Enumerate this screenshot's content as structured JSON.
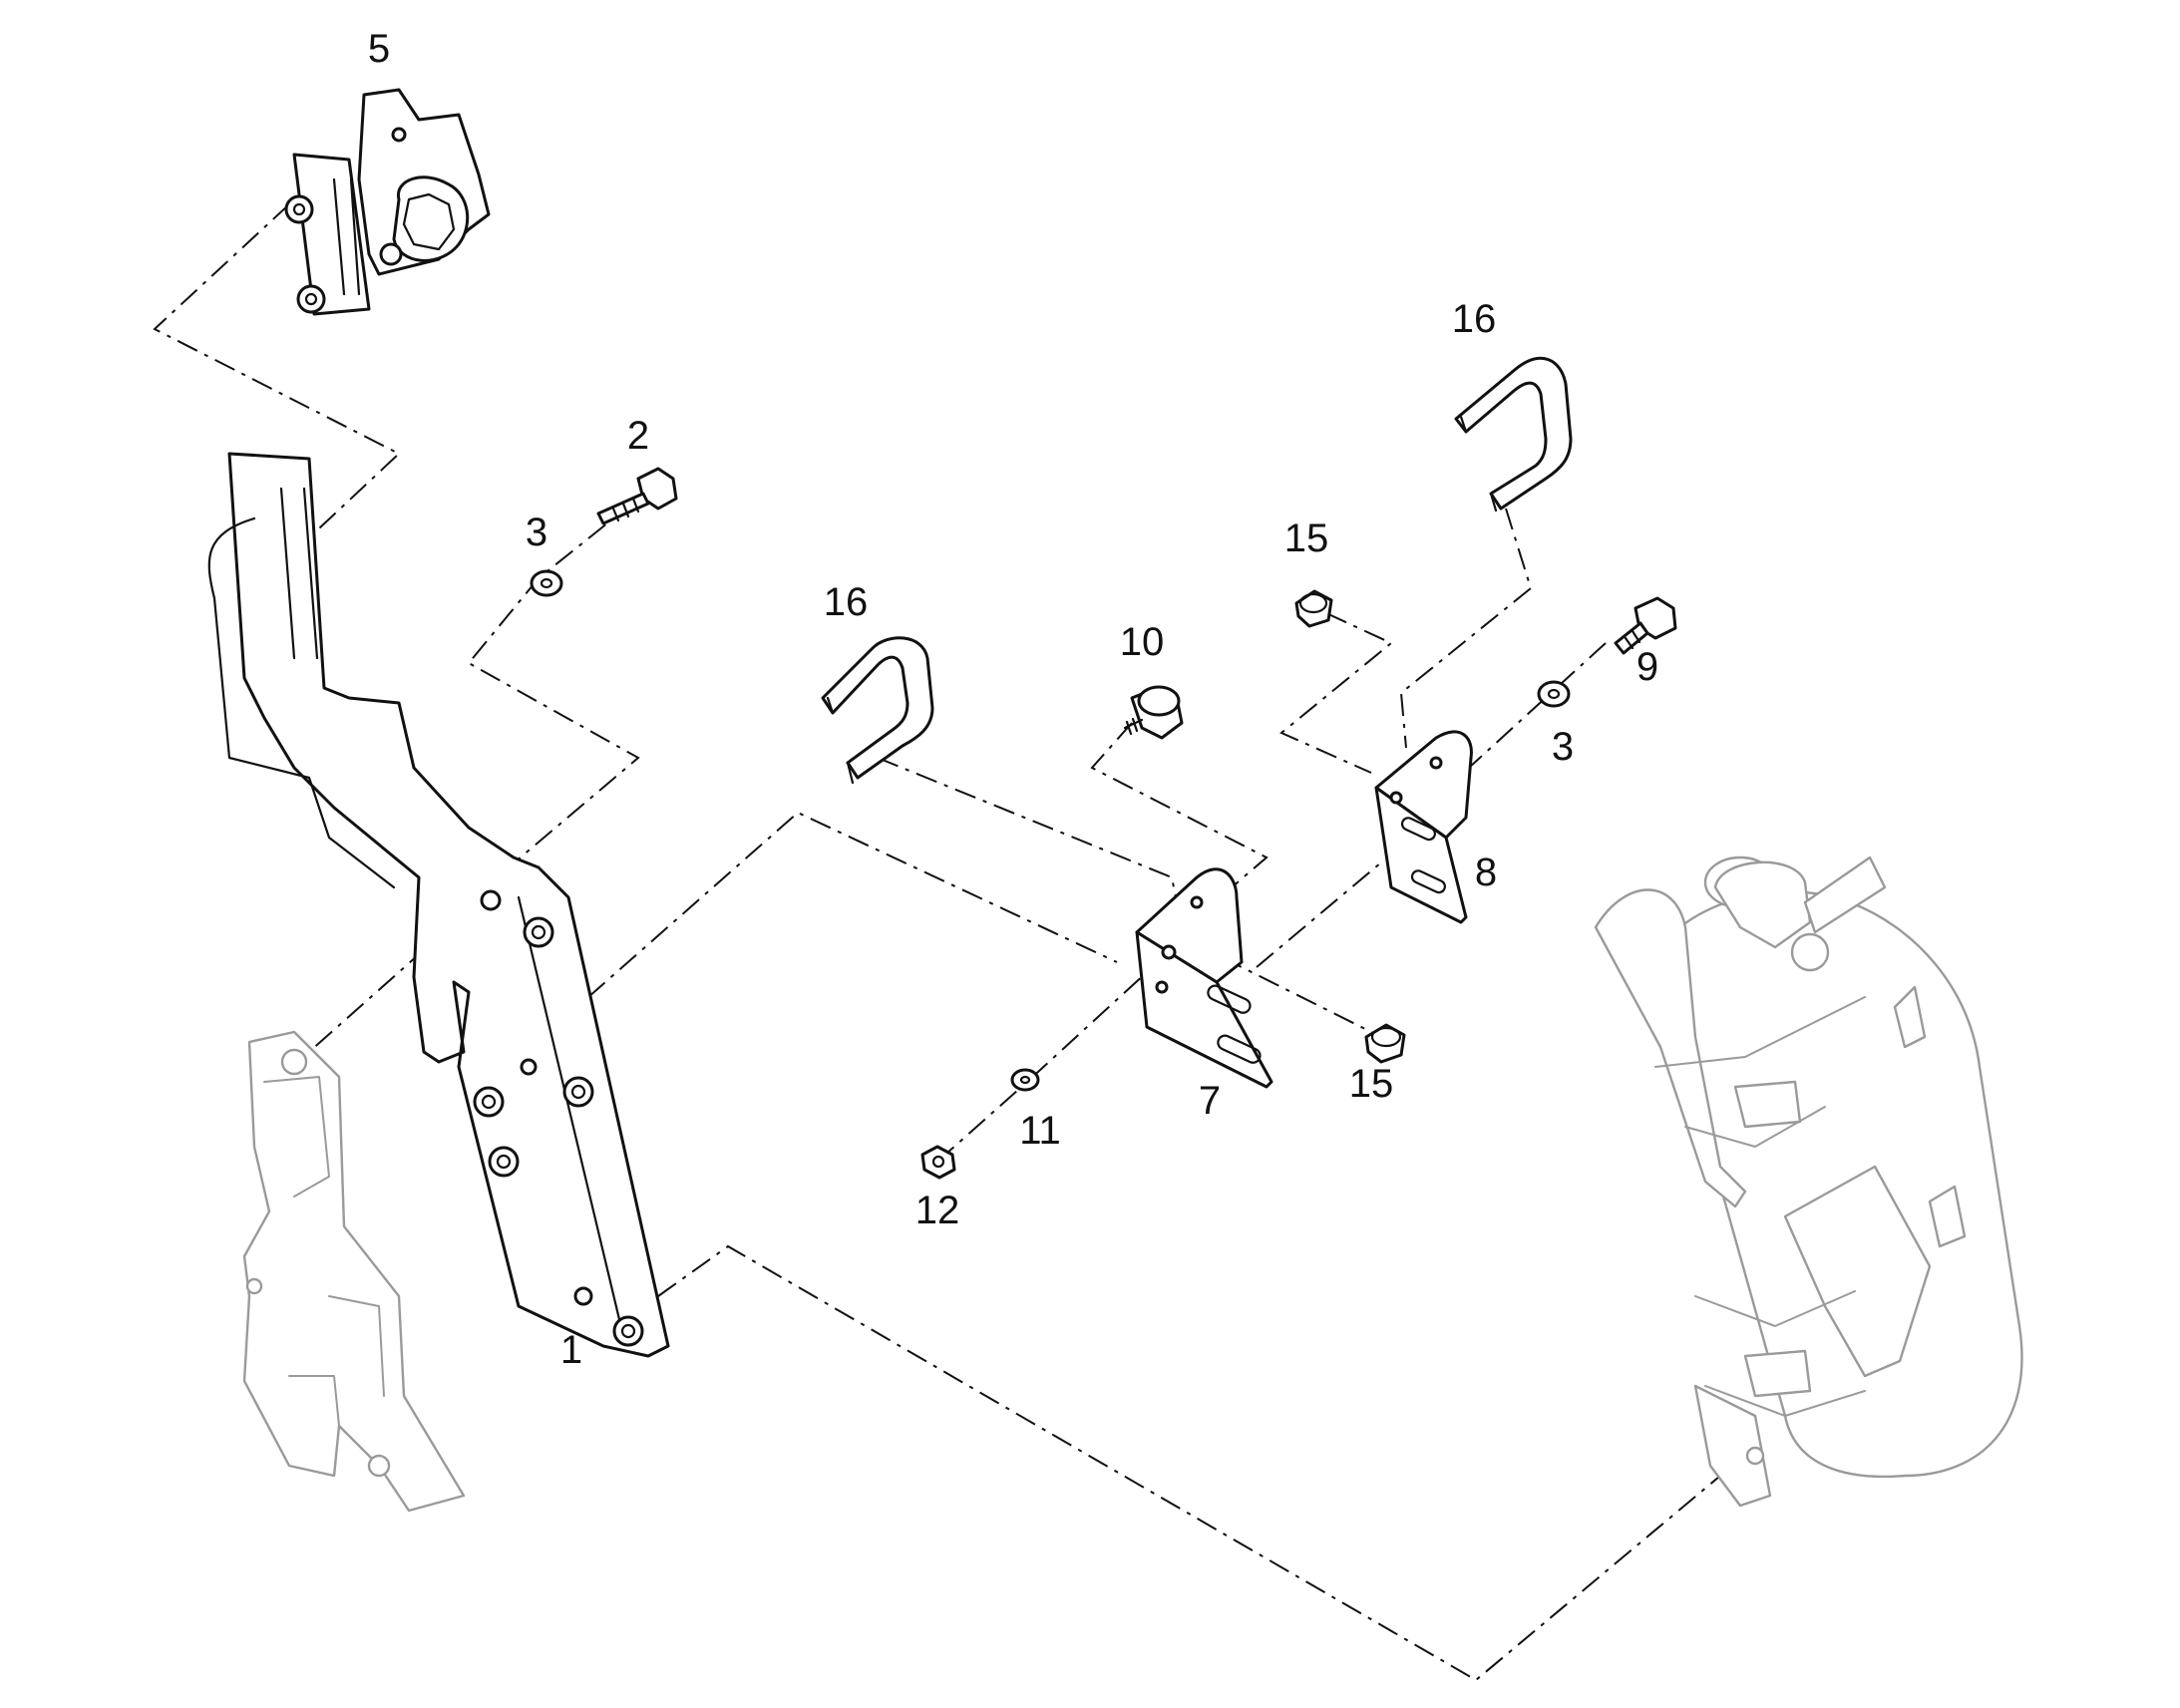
{
  "callouts": {
    "c1": "1",
    "c2": "2",
    "c3a": "3",
    "c3b": "3",
    "c5": "5",
    "c7": "7",
    "c8": "8",
    "c9": "9",
    "c10": "10",
    "c11": "11",
    "c12": "12",
    "c15a": "15",
    "c15b": "15",
    "c16a": "16",
    "c16b": "16"
  },
  "colors": {
    "line": "#111111",
    "ghost": "#9a9a9a",
    "background": "#ffffff"
  }
}
